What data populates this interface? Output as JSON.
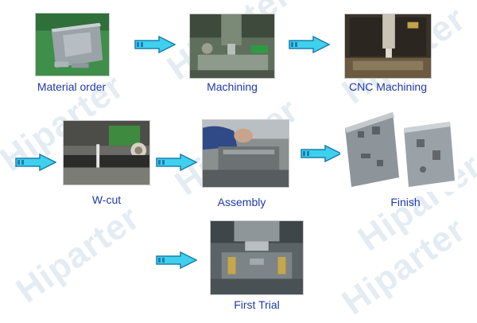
{
  "watermark": {
    "text": "Hiparter"
  },
  "steps": [
    {
      "id": "material-order",
      "label": "Material order"
    },
    {
      "id": "machining",
      "label": "Machining"
    },
    {
      "id": "cnc-machining",
      "label": "CNC Machining"
    },
    {
      "id": "w-cut",
      "label": "W-cut"
    },
    {
      "id": "assembly",
      "label": "Assembly"
    },
    {
      "id": "finish",
      "label": "Finish"
    },
    {
      "id": "first-trial",
      "label": "First Trial"
    }
  ],
  "colors": {
    "label": "#1f3aa8",
    "arrow_fill": "#3fd0ee",
    "arrow_stroke": "#1b7fae",
    "watermark": "#dbe6ef"
  },
  "icons": {
    "arrow": "right-arrow-icon"
  }
}
